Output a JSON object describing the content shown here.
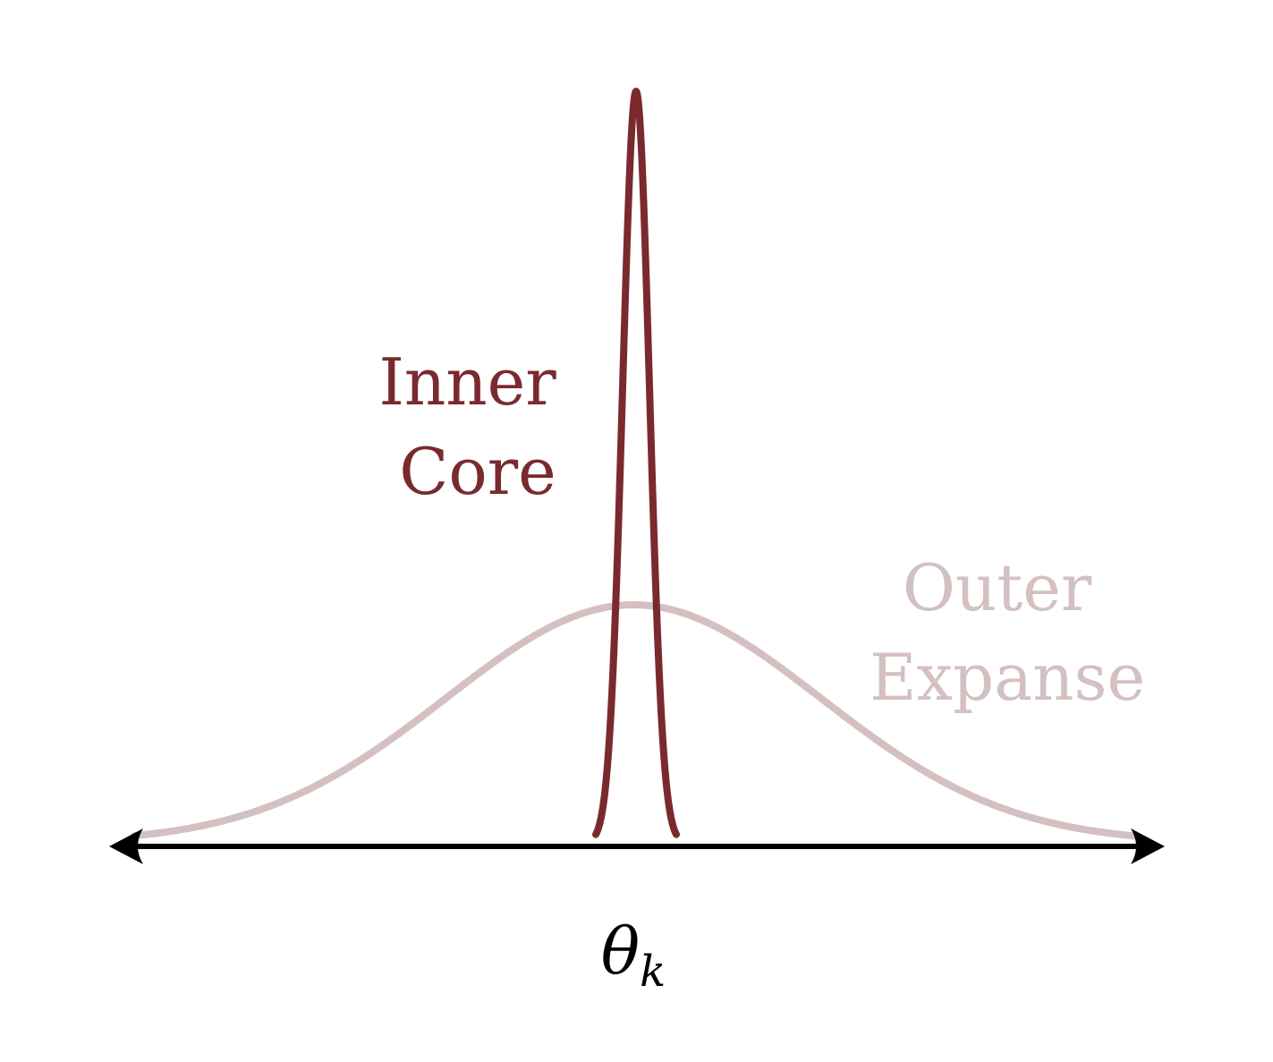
{
  "diagram": {
    "inner_core": {
      "label_line1": "Inner",
      "label_line2": "Core",
      "color": "#7a2a2f"
    },
    "outer_expanse": {
      "label_line1": "Outer",
      "label_line2": "Expanse",
      "color": "#d4c0c0"
    },
    "axis": {
      "symbol": "θ",
      "subscript": "k",
      "color": "#000000"
    }
  }
}
